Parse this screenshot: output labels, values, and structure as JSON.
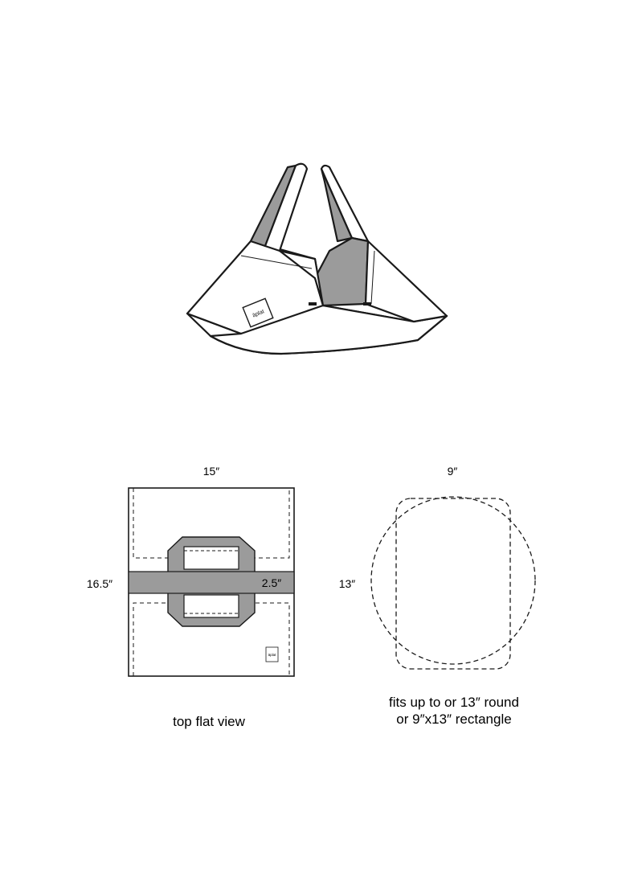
{
  "brand_label": "äplat",
  "flat_view": {
    "width_label": "15″",
    "height_label": "16.5″",
    "strap_width_label": "2.5″",
    "caption": "top flat view"
  },
  "fit_view": {
    "width_label": "9″",
    "height_label": "13″",
    "caption_line1": "fits up to or 13″ round",
    "caption_line2": "or 9″x13″ rectangle"
  },
  "colors": {
    "line": "#1a1a1a",
    "strap_fill": "#9b9b9b",
    "panel_fill": "#ffffff"
  }
}
